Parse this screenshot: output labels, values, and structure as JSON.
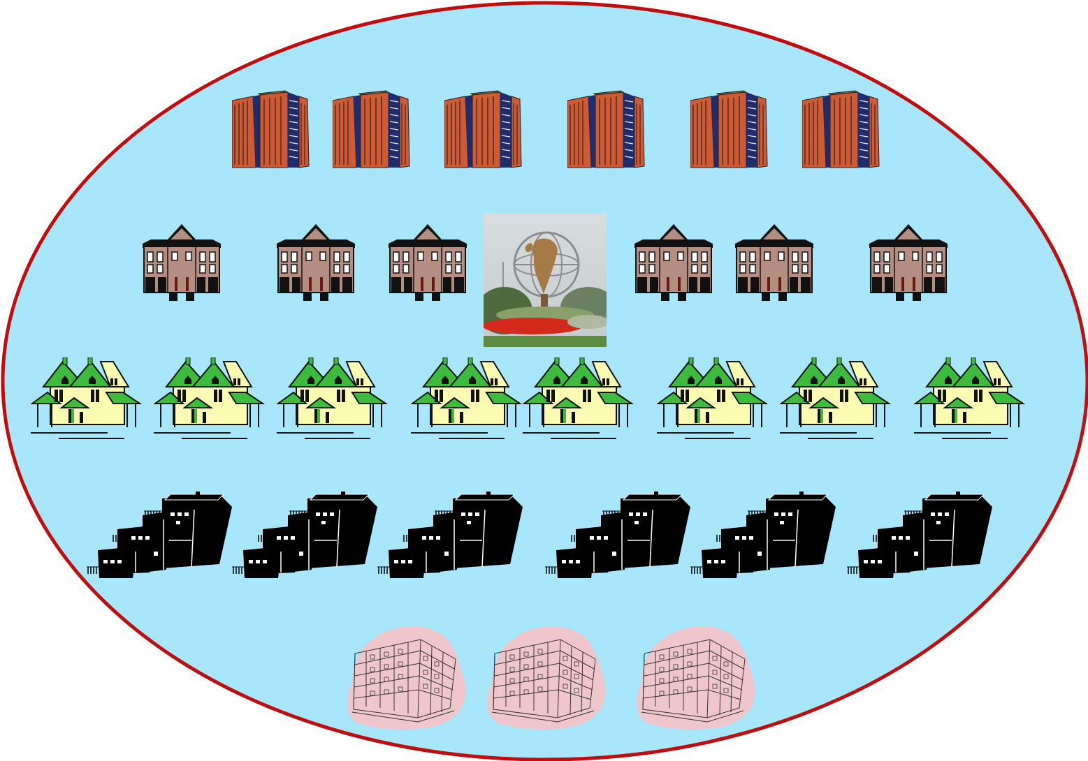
{
  "colors": {
    "oval_fill": "#a7e6fb",
    "oval_stroke": "#c00d0d",
    "tower_brick": "#cf5a34",
    "tower_blue": "#1e2d6e",
    "brownstone": "#b48e80",
    "cottage_wall": "#fbfbb2",
    "cottage_roof": "#3dbb3d",
    "condo_fill": "#efc6cb"
  },
  "rows": [
    {
      "name": "high-rise-towers",
      "icon": "high-rise-tower-icon",
      "count": 6
    },
    {
      "name": "brownstones",
      "icon": "brownstone-townhouse-icon",
      "count": 6
    },
    {
      "name": "cottages",
      "icon": "green-roof-cottage-icon",
      "count": 8
    },
    {
      "name": "terraced-houses",
      "icon": "black-terraced-house-icon",
      "count": 6
    },
    {
      "name": "condo-buildings",
      "icon": "pink-condo-building-icon",
      "count": 3
    }
  ],
  "center_photo": {
    "icon": "unisphere-globe-photo"
  }
}
